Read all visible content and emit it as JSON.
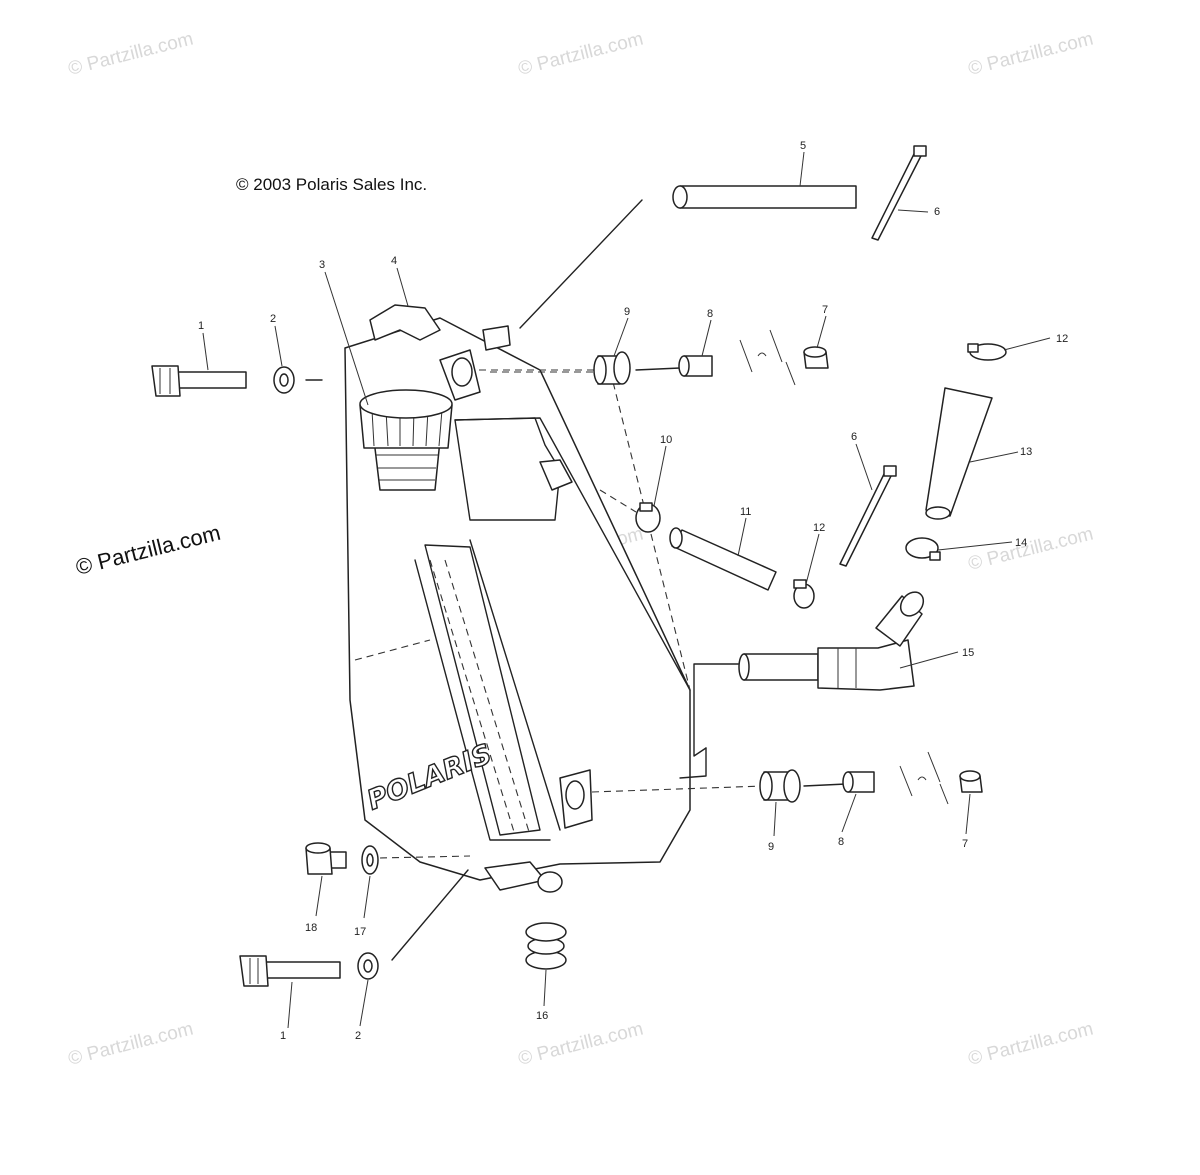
{
  "copyright": "© 2003 Polaris Sales Inc.",
  "brand_text": "POLARIS",
  "watermarks": {
    "site": "© Partzilla.com",
    "site_strong": "© Partzilla.com"
  },
  "callouts": {
    "c1_top": "1",
    "c2_top": "2",
    "c3": "3",
    "c4": "4",
    "c5": "5",
    "c6_top": "6",
    "c6_mid": "6",
    "c7_top": "7",
    "c7_bot": "7",
    "c8_top": "8",
    "c8_bot": "8",
    "c9_top": "9",
    "c9_bot": "9",
    "c10": "10",
    "c11": "11",
    "c12_top": "12",
    "c12_mid": "12",
    "c13": "13",
    "c14": "14",
    "c15": "15",
    "c16": "16",
    "c17": "17",
    "c18": "18",
    "c1_bot": "1",
    "c2_bot": "2"
  }
}
